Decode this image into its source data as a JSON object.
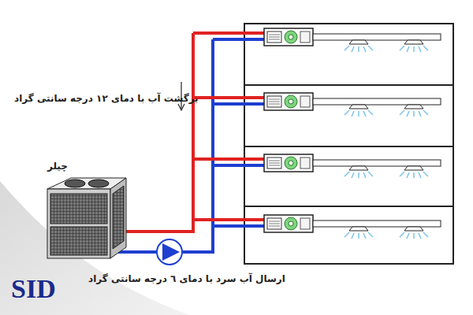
{
  "diagram": {
    "nodes": [
      {
        "text": [
          "چیلر"
        ]
      }
    ],
    "edges": [],
    "labels": [
      "برگشت آب با دمای ۱۲ درجه سانتی گراد",
      "ارسال آب سرد با دمای ٦ درجه سانتی گراد",
      "SID"
    ]
  }
}
